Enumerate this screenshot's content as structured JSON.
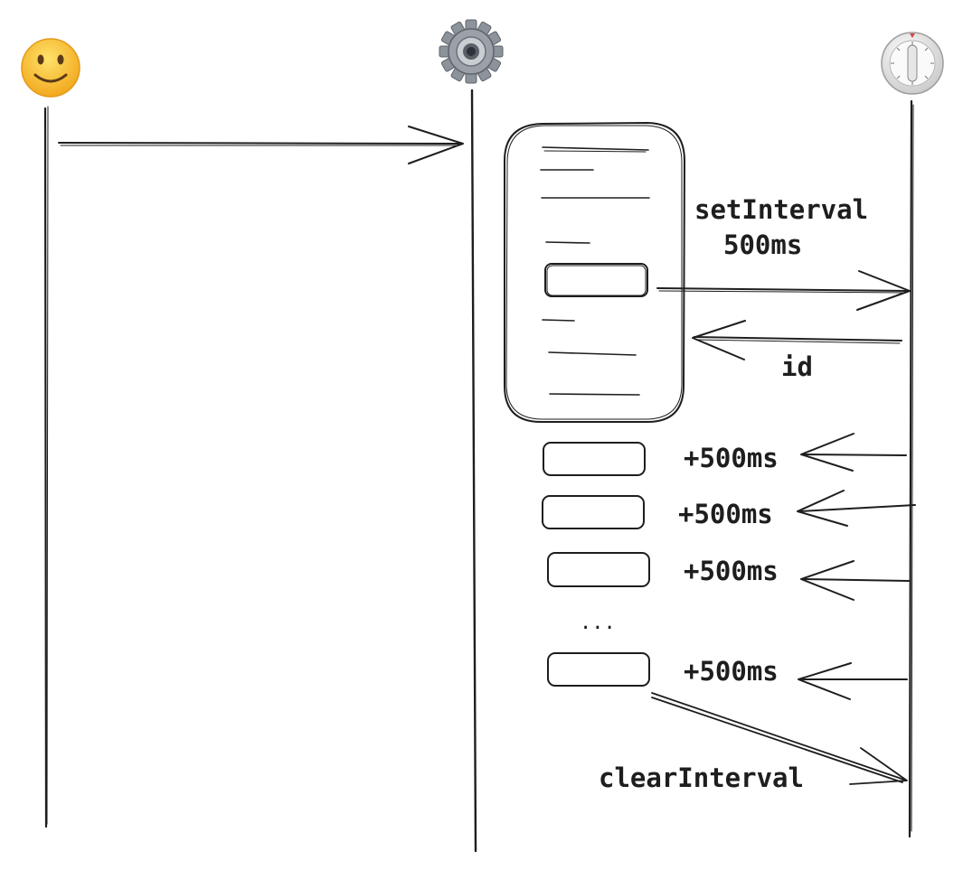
{
  "actors": [
    {
      "name": "user",
      "icon": "smiley-face-icon"
    },
    {
      "name": "engine",
      "icon": "gear-icon"
    },
    {
      "name": "timer",
      "icon": "kitchen-timer-icon"
    }
  ],
  "labels": {
    "set_interval_line1": "setInterval",
    "set_interval_line2": "500ms",
    "id": "id",
    "tick1": "+500ms",
    "tick2": "+500ms",
    "tick3": "+500ms",
    "ellipsis": "...",
    "tick4": "+500ms",
    "clear_interval": "clearInterval"
  },
  "colors": {
    "ink": "#1e1e1e",
    "smiley_face": "#f7c233",
    "gear": "#8c939b",
    "timer_body": "#e3e3e3"
  }
}
